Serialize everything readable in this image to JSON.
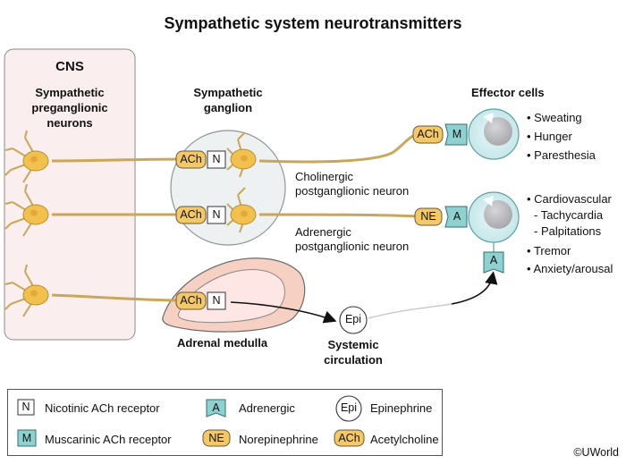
{
  "title": "Sympathetic system neurotransmitters",
  "cns": {
    "label": "CNS",
    "neurons_label": [
      "Sympathetic",
      "preganglionic",
      "neurons"
    ]
  },
  "ganglion": {
    "label": [
      "Sympathetic",
      "ganglion"
    ]
  },
  "neurons": {
    "cholinergic": [
      "Cholinergic",
      "postganglionic neuron"
    ],
    "adrenergic": [
      "Adrenergic",
      "postganglionic neuron"
    ]
  },
  "adrenal": {
    "label": "Adrenal medulla"
  },
  "systemic": [
    "Systemic",
    "circulation"
  ],
  "effector": {
    "label": "Effector cells",
    "cell1_items": [
      "Sweating",
      "Hunger",
      "Paresthesia"
    ],
    "cell2_items": [
      "Cardiovascular",
      "- Tachycardia",
      "- Palpitations",
      "Tremor",
      "Anxiety/arousal"
    ]
  },
  "tags": {
    "ach": "ACh",
    "n": "N",
    "m": "M",
    "ne": "NE",
    "a": "A",
    "epi": "Epi"
  },
  "legend": {
    "nicotinic": "Nicotinic ACh receptor",
    "muscarinic": "Muscarinic ACh receptor",
    "adrenergic": "Adrenergic",
    "norepinephrine": "Norepinephrine",
    "epinephrine": "Epinephrine",
    "acetylcholine": "Acetylcholine"
  },
  "copyright": "©UWorld",
  "colors": {
    "neuron_body": "#f2c04e",
    "axon": "#d8b457",
    "cns_bg": "#fbeeee",
    "receptor_teal": "#8fd0d0",
    "adrenal_outer": "#f6d4c9",
    "adrenal_inner": "#fbe1df",
    "cell_fill": "#d5eff0",
    "nucleus": "#b9b9bd",
    "ganglion_bg": "#eef1f2"
  }
}
